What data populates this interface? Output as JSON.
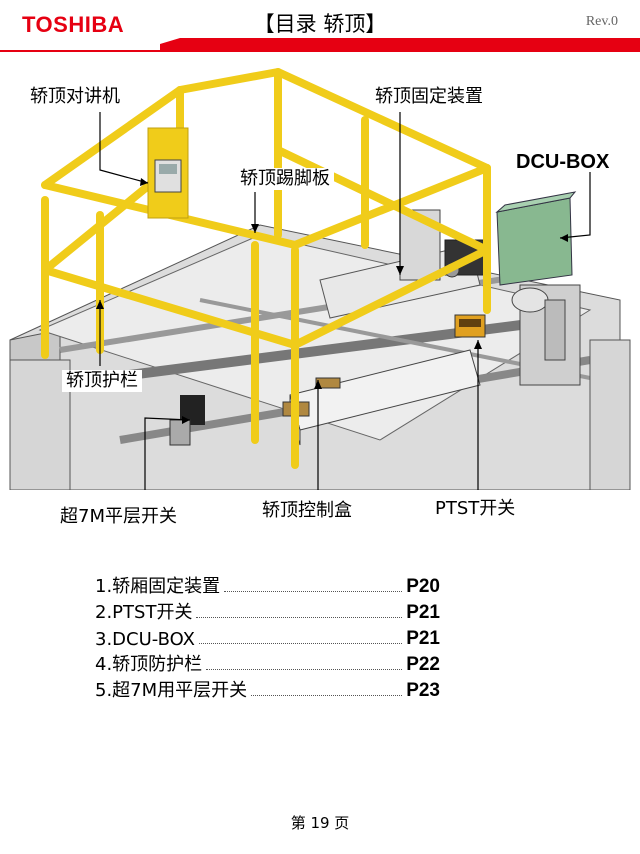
{
  "header": {
    "logo": "TOSHIBA",
    "title": "【目录 轿顶】",
    "revision": "Rev.0",
    "brand_color": "#e60012"
  },
  "diagram": {
    "callouts": {
      "intercom": "轿顶对讲机",
      "fixing_device": "轿顶固定装置",
      "dcu_box": "DCU-BOX",
      "toe_board": "轿顶踢脚板",
      "guardrail": "轿顶护栏",
      "leveling_switch": "超7M平层开关",
      "control_box": "轿顶控制盒",
      "ptst_switch": "PTST开关"
    },
    "colors": {
      "railing": "#f0cc1a",
      "dcu_box": "#88b890",
      "ptst": "#e0a020"
    }
  },
  "toc": {
    "items": [
      {
        "label": "1.轿厢固定装置",
        "page": "P20"
      },
      {
        "label": "2.PTST开关",
        "page": "P21"
      },
      {
        "label": "3.DCU-BOX",
        "page": "P21"
      },
      {
        "label": "4.轿顶防护栏",
        "page": "P22"
      },
      {
        "label": "5.超7M用平层开关",
        "page": "P23"
      }
    ]
  },
  "footer": {
    "page_label": "第 19 页"
  }
}
